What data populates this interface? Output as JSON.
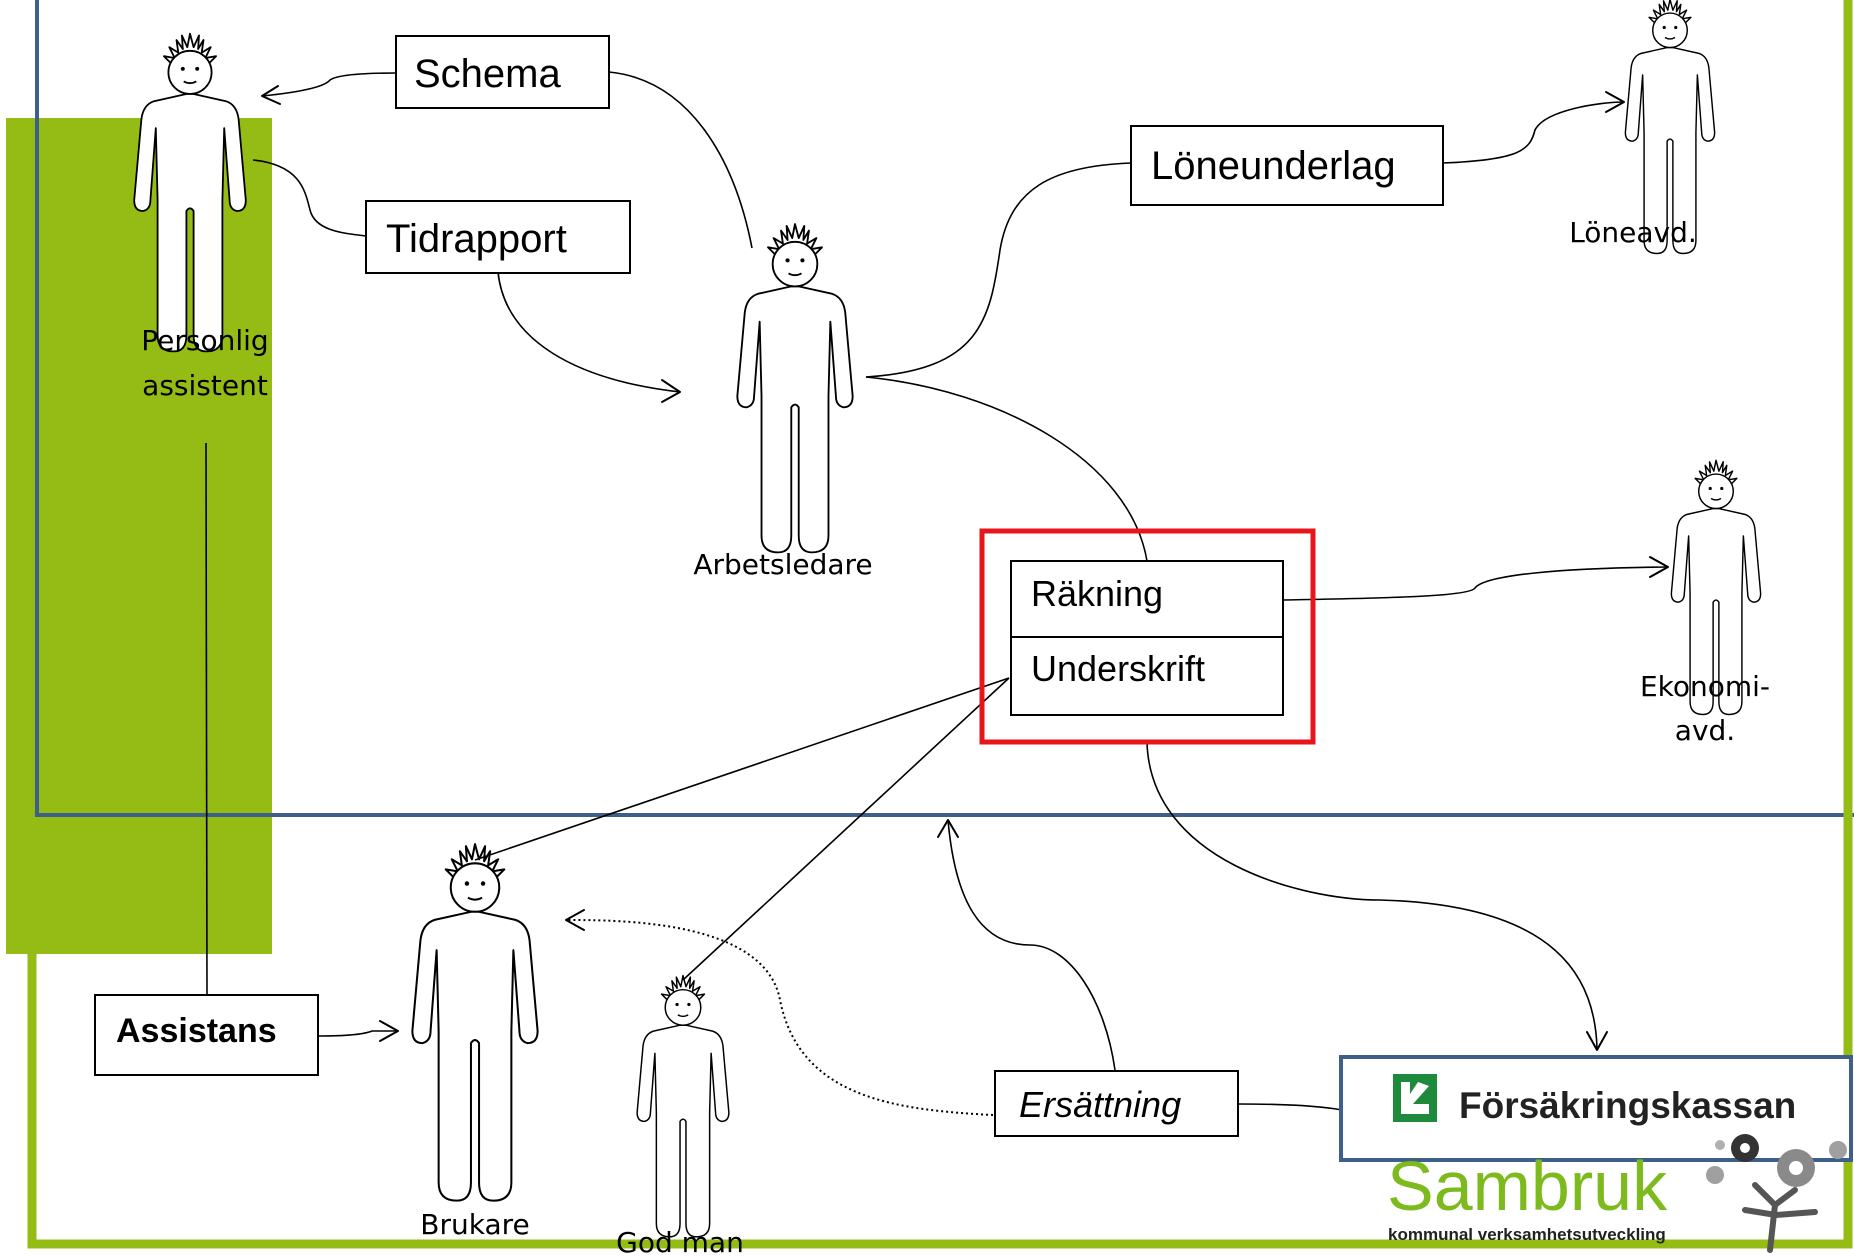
{
  "colors": {
    "green_accent": "#95BC14",
    "frame_blue": "#3E5F8A",
    "highlight_red": "#E8161B",
    "sambruk_green": "#7DBA1E",
    "fk_green": "#1E8B3C"
  },
  "boxes": {
    "schema": "Schema",
    "tidrapport": "Tidrapport",
    "loneunderlag": "Löneunderlag",
    "rakning": "Räkning",
    "underskrift": "Underskrift",
    "assistans": "Assistans",
    "ersattning": "Ersättning"
  },
  "actors": {
    "personlig_line1": "Personlig",
    "personlig_line2": "assistent",
    "arbetsledare": "Arbetsledare",
    "loneavd": "Löneavd.",
    "ekonomi_line1": "Ekonomi-",
    "ekonomi_line2": "avd.",
    "brukare": "Brukare",
    "god_man": "God man"
  },
  "logos": {
    "forsakringskassan": "Försäkringskassan",
    "sambruk": "Sambruk",
    "sambruk_tagline": "kommunal verksamhetsutveckling"
  },
  "icons": {
    "person": "stick-person-icon",
    "fk_logo": "forsakringskassan-logo-icon",
    "sambruk_logo": "sambruk-gears-tree-icon"
  }
}
